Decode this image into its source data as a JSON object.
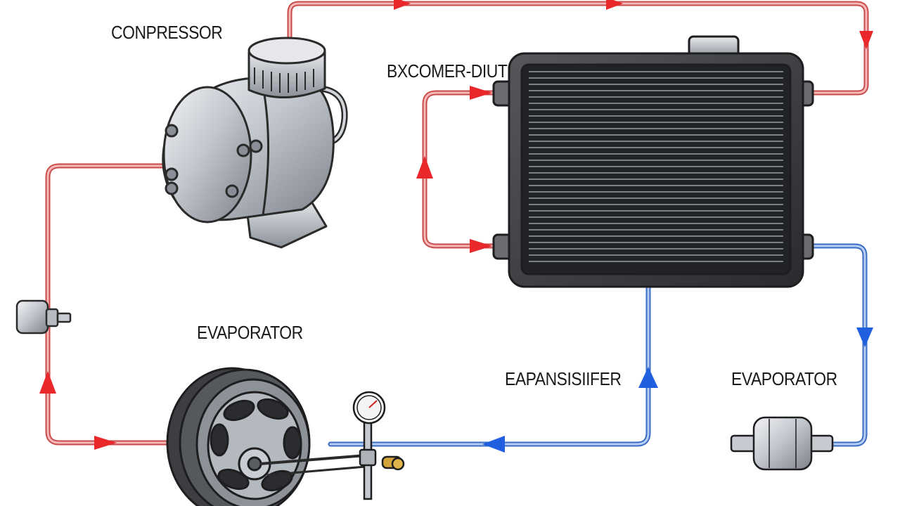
{
  "labels": {
    "compressor": "CONPRESSOR",
    "condenser": "BXCOMER-DIUTI",
    "evaporator_left": "EVAPORATOR",
    "expansion": "EAPANSISIIFER",
    "evaporator_right": "EVAPORATOR"
  },
  "colors": {
    "hot_line": "#e85a5a",
    "hot_arrow": "#e8282a",
    "cold_line": "#4b80d8",
    "cold_arrow": "#1f5fe0",
    "outline": "#2a2a2a",
    "metal": "#b8bcc4",
    "radiator": "#3a3a3e"
  },
  "icons": {
    "compressor": "compressor-pump-icon",
    "condenser": "radiator-condenser-icon",
    "evaporator": "evaporator-fan-wheel-icon",
    "gauge": "pressure-gauge-icon",
    "filter_drier": "filter-drier-icon",
    "small_valve": "inline-valve-icon"
  }
}
